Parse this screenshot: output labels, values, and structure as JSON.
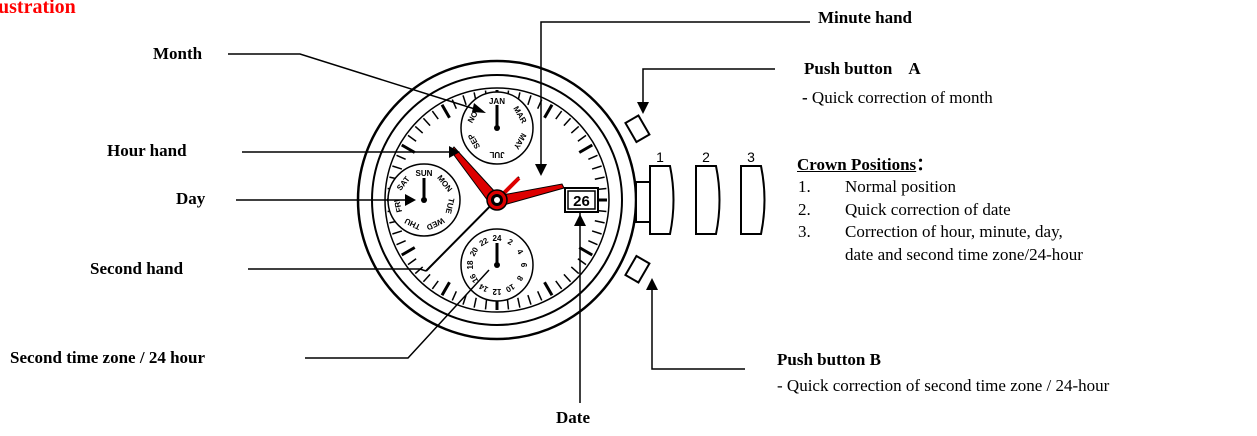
{
  "title": "ustration",
  "labels": {
    "month": "Month",
    "hour_hand": "Hour hand",
    "day": "Day",
    "second_hand": "Second hand",
    "second_time_zone": "Second time zone / 24 hour",
    "date": "Date",
    "minute_hand": "Minute hand"
  },
  "push_button_a": {
    "title": "Push button    A",
    "desc_prefix": "- ",
    "desc": "Quick correction of month"
  },
  "push_button_b": {
    "title": "Push button B",
    "desc": "- Quick correction of second time zone / 24-hour"
  },
  "crown": {
    "title": "Crown Positions",
    "colon": "：",
    "positions": [
      "1",
      "2",
      "3"
    ],
    "items": [
      {
        "num": "1.",
        "text": "Normal position"
      },
      {
        "num": "2.",
        "text": "Quick correction of date"
      },
      {
        "num": "3.",
        "text": "Correction of hour, minute, day,"
      }
    ],
    "continuation": "date and second time zone/24-hour"
  },
  "dial": {
    "date_value": "26",
    "month_ticks": [
      "JAN",
      "MAR",
      "MAY",
      "JUL",
      "SEP",
      "NOV"
    ],
    "day_ticks": [
      "SUN",
      "MON",
      "TUE",
      "WED",
      "THU",
      "FRI",
      "SAT"
    ],
    "hour24_ticks": [
      "24",
      "2",
      "4",
      "6",
      "8",
      "10",
      "12",
      "14",
      "16",
      "18",
      "20",
      "22"
    ]
  },
  "colors": {
    "title": "#ff0000",
    "hands": "#dd0000"
  }
}
